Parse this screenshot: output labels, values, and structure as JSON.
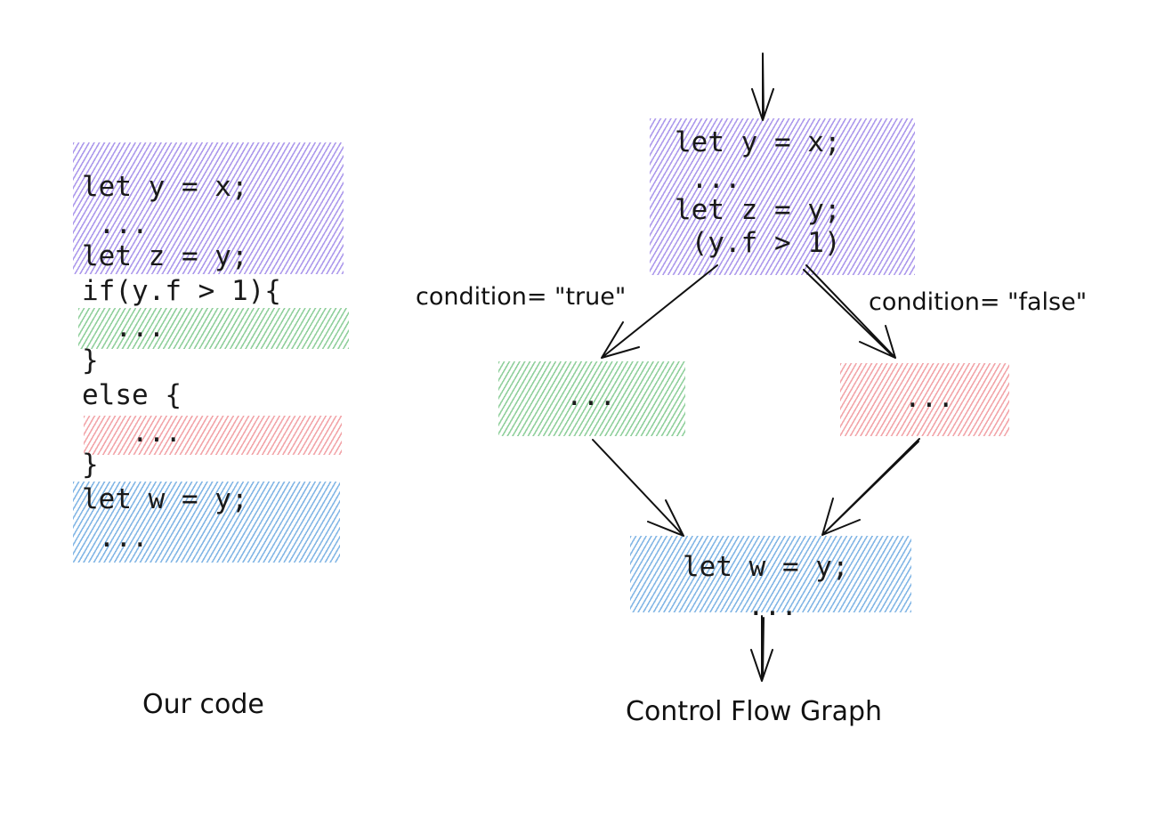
{
  "code_panel": {
    "lines": [
      "let y = x;",
      " ...",
      "let z = y;",
      "if(y.f > 1){",
      "  ...",
      "}",
      "else {",
      "   ...",
      "}",
      "let w = y;",
      " ..."
    ],
    "caption": "Our code"
  },
  "cfg": {
    "entry_block": [
      "let y = x;",
      " ...",
      "let z = y;",
      " (y.f > 1)"
    ],
    "true_block": "...",
    "false_block": "...",
    "exit_block": [
      "let w = y;",
      "..."
    ],
    "true_label": "condition= \"true\"",
    "false_label": "condition= \"false\"",
    "caption": "Control Flow Graph"
  },
  "colors": {
    "purple": "#9278e6",
    "green": "#7ec88c",
    "red": "#f0969b",
    "blue": "#6eaae1"
  }
}
